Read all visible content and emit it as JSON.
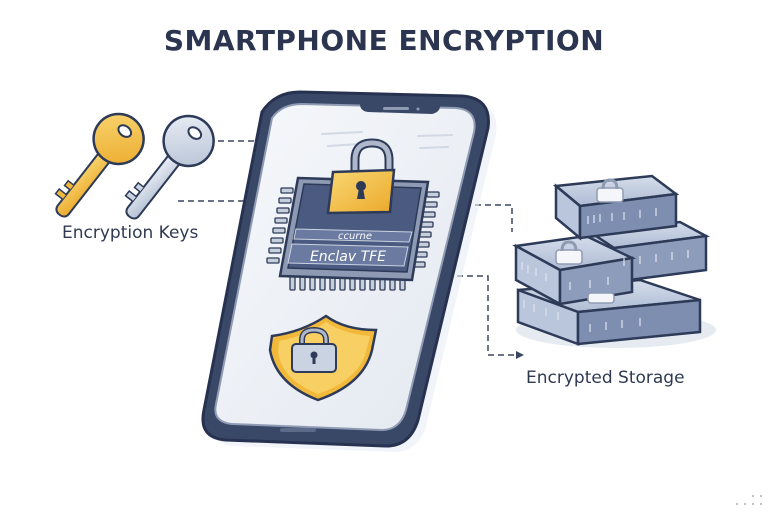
{
  "title": "SMARTPHONE ENCRYPTION",
  "labels": {
    "keys": "Encryption Keys",
    "storage": "Encrypted Storage"
  },
  "chip": {
    "line1": "ccurne",
    "line2": "Enclav TFE"
  },
  "icons": {
    "gold_key": "key-icon",
    "silver_key": "key-icon",
    "chip_padlock": "padlock-icon",
    "shield_padlock": "shield-lock-icon",
    "storage": "storage-blocks-icon"
  },
  "colors": {
    "title": "#2b3550",
    "outline": "#2d3a58",
    "gold": "#f2b83a",
    "gold_light": "#f7cf63",
    "silver": "#c9d3e2",
    "chip": "#4a5a80",
    "screen": "#eef2f7",
    "storage": "#b9c6dc"
  }
}
